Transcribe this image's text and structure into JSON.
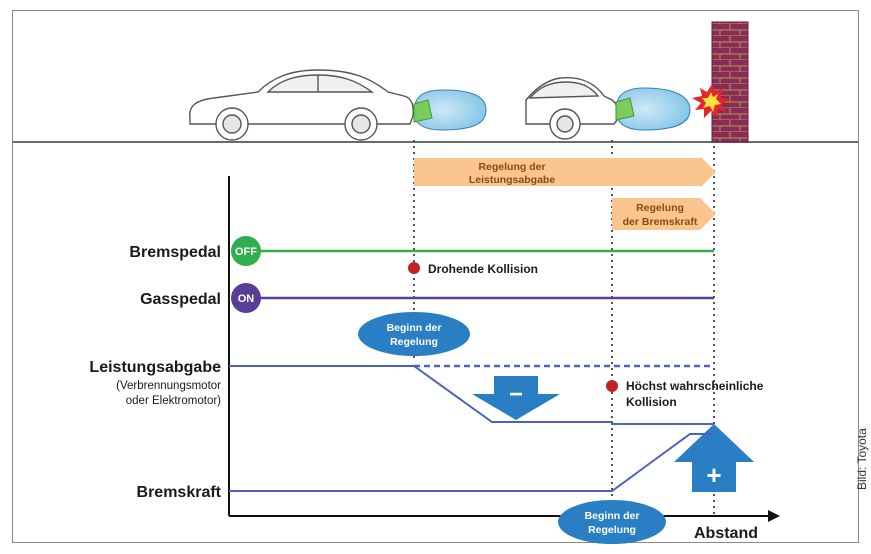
{
  "rows": {
    "bremspedal": "Bremspedal",
    "gaspedal": "Gasspedal",
    "leistungsabgabe": "Leistungsabgabe",
    "leistungsabgabe_sub1": "(Verbrennungsmotor",
    "leistungsabgabe_sub2": "oder Elektromotor)",
    "bremskraft": "Bremskraft"
  },
  "badges": {
    "off": "OFF",
    "on": "ON"
  },
  "arrows": {
    "leistung_line1": "Regelung der",
    "leistung_line2": "Leistungsabgabe",
    "brems_line1": "Regelung",
    "brems_line2": "der Bremskraft"
  },
  "ovals": {
    "oval1_line1": "Beginn der",
    "oval1_line2": "Regelung",
    "oval2_line1": "Beginn der",
    "oval2_line2": "Regelung"
  },
  "events": {
    "drohend": "Drohende Kollision",
    "hoechst_line1": "Höchst wahrscheinliche",
    "hoechst_line2": "Kollision"
  },
  "signs": {
    "minus": "−",
    "plus": "+"
  },
  "axis": {
    "xlabel": "Abstand"
  },
  "credit": "Bild: Toyota",
  "colors": {
    "green": "#2fae4e",
    "purple": "#5a3d97",
    "blue_line": "#4c62c0",
    "blue_fill": "#2a7fc4",
    "orange_fill": "#fbc58f",
    "red_dot": "#c02424"
  }
}
